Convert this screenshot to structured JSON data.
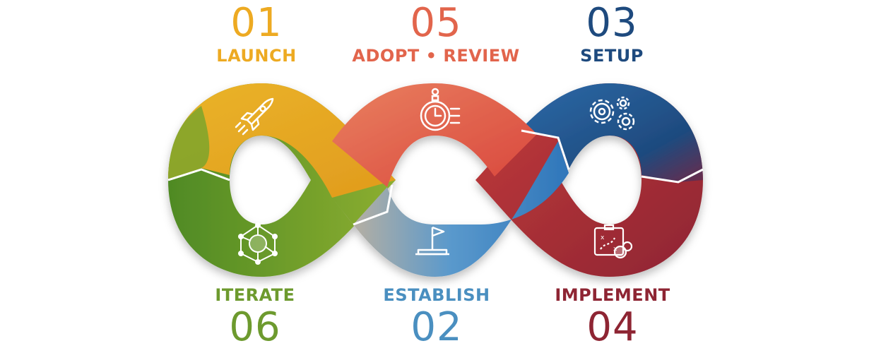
{
  "colors": {
    "launch": "#EDAA22",
    "adopt_review": "#E2654C",
    "setup": "#1E4A7E",
    "establish": "#4A8FC0",
    "implement": "#8E2533",
    "iterate": "#6D9A2E"
  },
  "steps": {
    "launch": {
      "number": "01",
      "label": "LAUNCH",
      "icon": "rocket-icon"
    },
    "establish": {
      "number": "02",
      "label": "ESTABLISH",
      "icon": "flag-icon"
    },
    "setup": {
      "number": "03",
      "label": "SETUP",
      "icon": "gears-icon"
    },
    "implement": {
      "number": "04",
      "label": "IMPLEMENT",
      "icon": "strategy-board-icon"
    },
    "adopt_review": {
      "number": "05",
      "label": "ADOPT • REVIEW",
      "icon": "stopwatch-icon"
    },
    "iterate": {
      "number": "06",
      "label": "ITERATE",
      "icon": "network-icon"
    }
  }
}
